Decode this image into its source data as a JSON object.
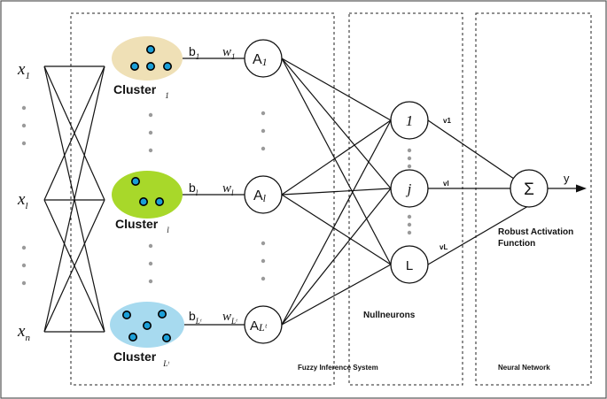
{
  "inputs": [
    {
      "base": "x",
      "sub": "1"
    },
    {
      "base": "x",
      "sub": "l"
    },
    {
      "base": "x",
      "sub": "n"
    }
  ],
  "clusters": [
    {
      "word": "Cluster",
      "sub": "1",
      "color": "#efe0b6"
    },
    {
      "word": "Cluster",
      "sub": "l",
      "color": "#a8d82a"
    },
    {
      "word": "Cluster",
      "sub": "Lᵗ",
      "color": "#a7daef"
    }
  ],
  "biases": [
    {
      "base": "b",
      "sub": "1"
    },
    {
      "base": "b",
      "sub": "l"
    },
    {
      "base": "b",
      "sub": "Lᵗ"
    }
  ],
  "weights": [
    {
      "base": "w",
      "sub": "1"
    },
    {
      "base": "w",
      "sub": "l"
    },
    {
      "base": "w",
      "sub": "Lᵗ"
    }
  ],
  "antecedents": [
    {
      "base": "A",
      "sub": "1"
    },
    {
      "base": "A",
      "sub": "l"
    },
    {
      "base": "A",
      "sub": "Lᵗ"
    }
  ],
  "nullneurons": [
    "1",
    "j",
    "L"
  ],
  "output_weights": [
    "v1",
    "vl",
    "vL"
  ],
  "sum_symbol": "Σ",
  "output_label": "y",
  "sections": {
    "fis": "Fuzzy Inference System",
    "nullneurons": "Nullneurons",
    "activation_line1": "Robust Activation",
    "activation_line2": "Function",
    "nn": "Neural Network"
  },
  "colors": {
    "dot_fill": "#1a9fd8",
    "dot_stroke": "#000000",
    "ellipsis_dots": "#9a9a9a"
  }
}
